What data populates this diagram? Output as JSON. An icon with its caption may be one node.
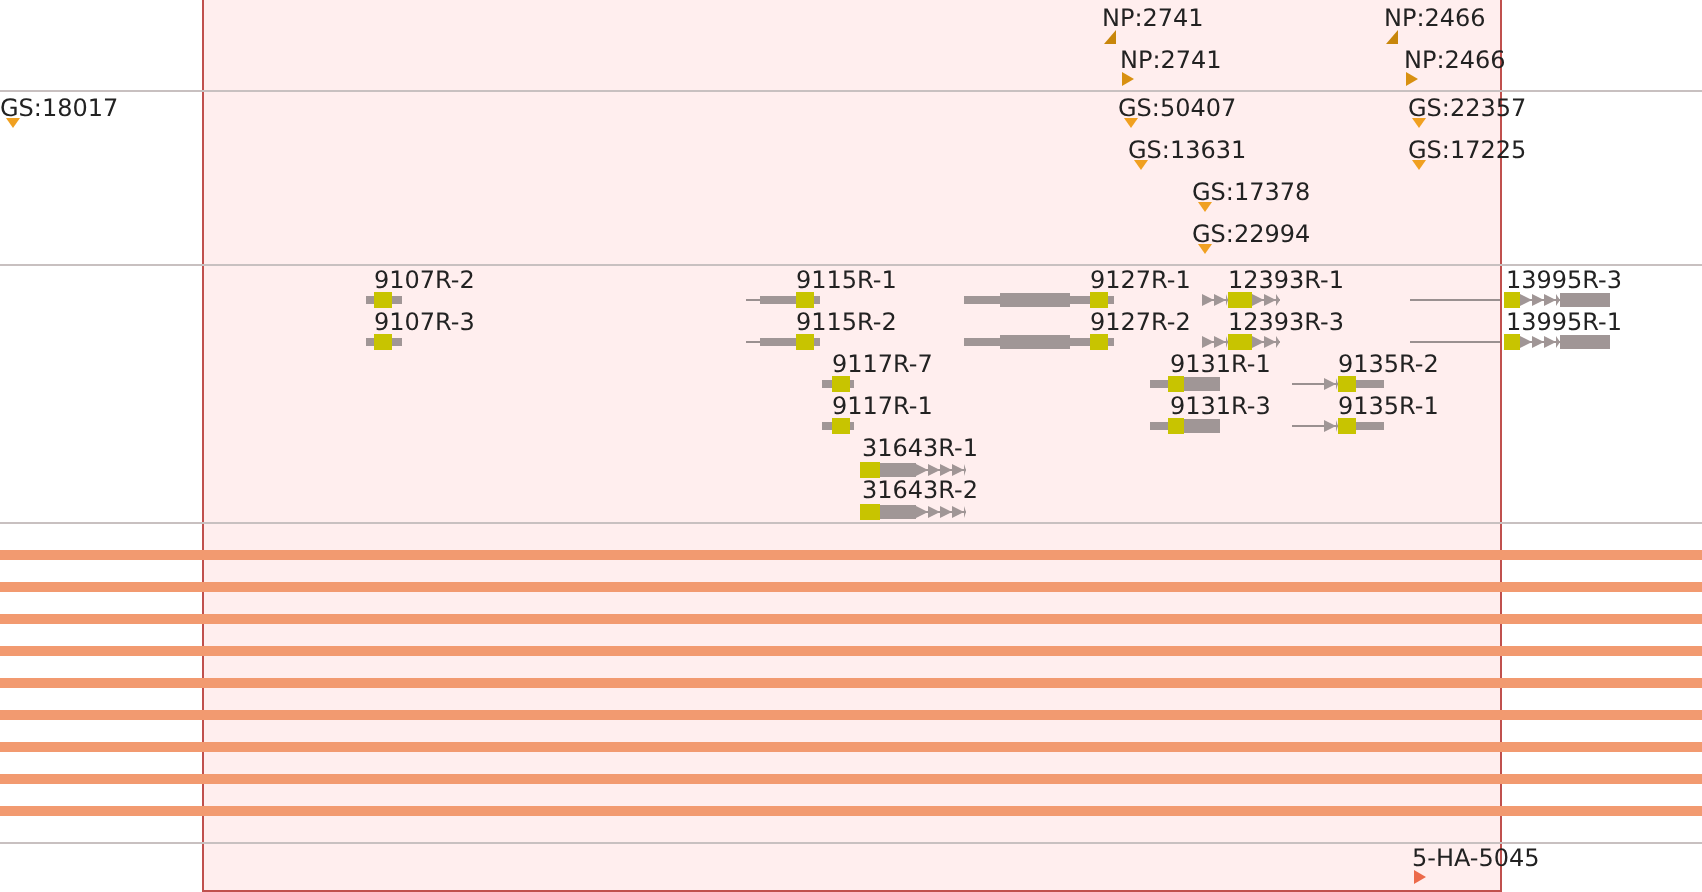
{
  "diagram": {
    "labels": [
      "NP:2741",
      "NP:2466",
      "NP:2741",
      "NP:2466",
      "GS:18017",
      "GS:50407",
      "GS:22357",
      "GS:13631",
      "GS:17225",
      "GS:17378",
      "GS:22994",
      "9107R-2",
      "9115R-1",
      "9127R-1",
      "12393R-1",
      "13995R-3",
      "9107R-3",
      "9115R-2",
      "9127R-2",
      "12393R-3",
      "13995R-1",
      "9117R-7",
      "9131R-1",
      "9135R-2",
      "9117R-1",
      "9131R-3",
      "9135R-1",
      "31643R-1",
      "31643R-2",
      "5-HA-5045"
    ]
  }
}
